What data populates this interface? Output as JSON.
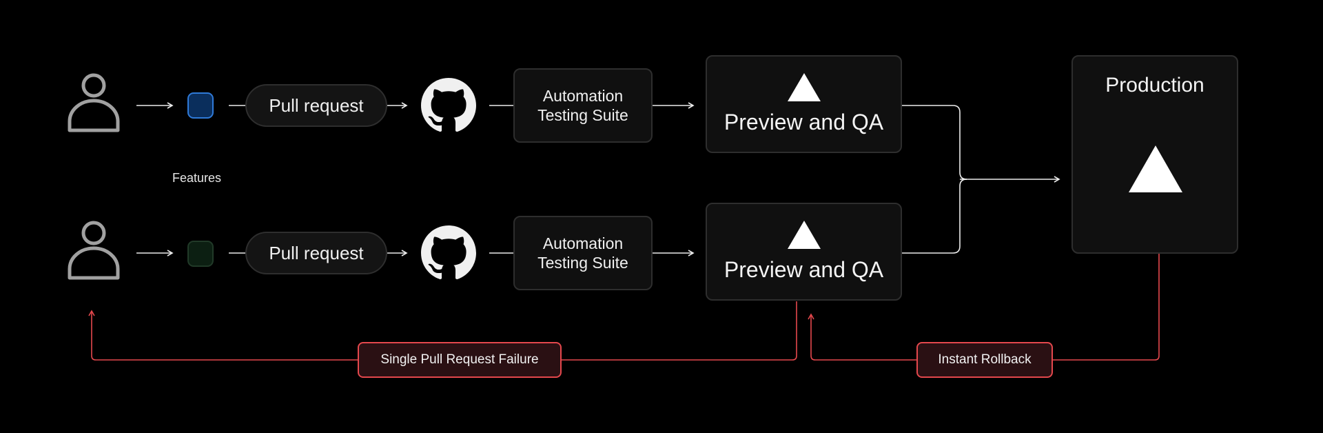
{
  "diagram": {
    "features_label": "Features",
    "rows": [
      {
        "pull_request": "Pull request",
        "automation": "Automation Testing Suite",
        "preview": "Preview and QA",
        "feature_color": "#0a2e5c"
      },
      {
        "pull_request": "Pull request",
        "automation": "Automation Testing Suite",
        "preview": "Preview and QA",
        "feature_color": "#0c1f12"
      }
    ],
    "production": "Production",
    "failure_label": "Single Pull Request Failure",
    "rollback_label": "Instant Rollback"
  },
  "colors": {
    "background": "#000000",
    "line": "#ededed",
    "failure": "#e5484d",
    "accent_blue": "#2f7ad8"
  },
  "icons": [
    "user-icon",
    "github-icon",
    "vercel-triangle-icon"
  ]
}
